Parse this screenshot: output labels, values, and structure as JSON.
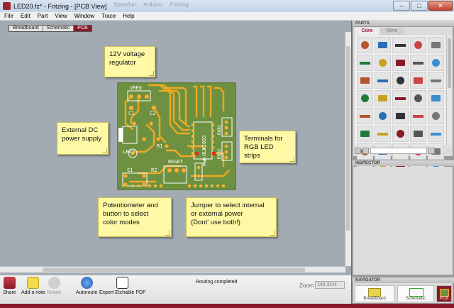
{
  "window": {
    "title": "LED20.fz* - Fritzing - [PCB View]",
    "faded_tabs": [
      "Sparkfun",
      "Arduino",
      "Fritzing"
    ],
    "buttons": {
      "minimize": "–",
      "maximize": "□",
      "close": "✕"
    }
  },
  "menu": [
    "File",
    "Edit",
    "Part",
    "View",
    "Window",
    "Trace",
    "Help"
  ],
  "view_tabs": [
    "Breadboard",
    "Schematic",
    "PCB"
  ],
  "active_view_tab": "PCB",
  "pcb": {
    "silk_labels": {
      "vreg": "VREG",
      "c1": "C1",
      "c2": "C2",
      "r1": "R1",
      "led1": "LED1",
      "s1": "S1",
      "r2": "R2",
      "reset": "RESET",
      "pwr": "PWR",
      "uln": "ULN2003",
      "rgb1": "RGB1",
      "rgb2": "RGB2"
    },
    "colors": {
      "board": "#6d9140",
      "copper": "#f0a825",
      "silk": "#ffffff",
      "pad": "#f2b33a",
      "hole": "#3c4a2b",
      "via_red": "#e03020"
    }
  },
  "notes": {
    "voltage": "12V voltage\nregulator",
    "dc": "External DC\npower supply",
    "terminals": "Terminals for\nRGB LED strips",
    "pot": "Potentiometer and\nbutton to select\ncolor modes",
    "jumper": "Jumper to select internal\nor external power\n(Dont' use both!)"
  },
  "toolbar": {
    "share": "Share",
    "add_note": "Add a note",
    "rotate": "Rotate",
    "autoroute": "Autoroute",
    "export": "Export Etchable PDF"
  },
  "status": {
    "text": "Routing completed",
    "zoom_label": "Zoom",
    "zoom_value": "145.31%"
  },
  "parts": {
    "header": "PARTS",
    "tabs": [
      "Core",
      "Mine"
    ],
    "active_tab": "Core",
    "icons": [
      "resistor-icon",
      "capacitor-icon",
      "electrolytic-capacitor-icon",
      "inductor-icon",
      "wire-icon",
      "potentiometer-icon",
      "led-icon",
      "rgb-led-icon",
      "battery-icon",
      "coil-icon",
      "button-icon",
      "pushbutton-icon",
      "arduino-icon",
      "usb-icon",
      "mic-icon",
      "photocell-icon",
      "display-icon",
      "lcd-icon",
      "diode-icon",
      "sensor-icon",
      "ic-icon",
      "dip-icon",
      "breadboard-icon",
      "chip-icon",
      "crystal-icon",
      "connector-icon",
      "seven-segment-icon",
      "speaker-icon",
      "piezo-icon",
      "motor-icon",
      "lamp-icon",
      "motor-driver-icon",
      "servo-icon",
      "relay-icon",
      "transistor-icon",
      "rfid-icon",
      "fuse-icon",
      "mosfet-icon",
      "antenna-icon",
      "power-icon"
    ]
  },
  "inspector": {
    "header": "INSPECTOR"
  },
  "navigator": {
    "header": "NAVIGATOR",
    "items": [
      "Breadboard",
      "Schematic",
      "PCB"
    ]
  }
}
